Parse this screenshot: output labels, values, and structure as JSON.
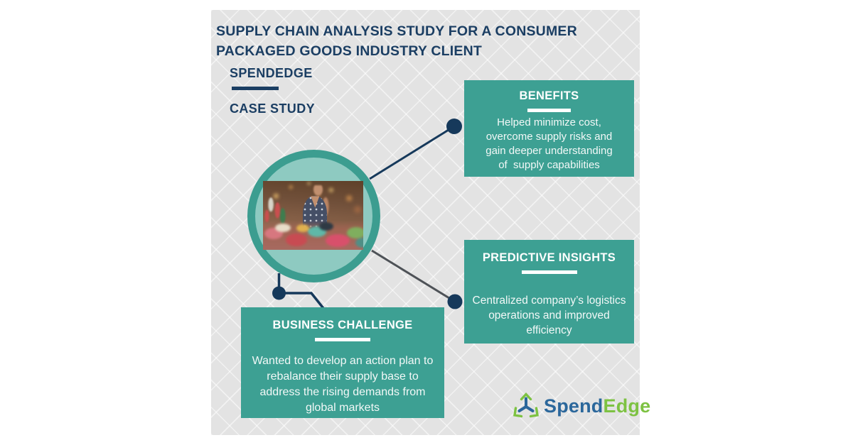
{
  "header": {
    "title": "SUPPLY CHAIN ANALYSIS STUDY FOR A CONSUMER PACKAGED GOODS INDUSTRY CLIENT",
    "brand": "SPENDEDGE",
    "subtitle": "CASE STUDY"
  },
  "boxes": {
    "benefits": {
      "title": "BENEFITS",
      "body": "Helped minimize cost, overcome supply risks and gain deeper understanding of  supply capabilities"
    },
    "predictive": {
      "title": "PREDICTIVE INSIGHTS",
      "body": "Centralized company’s logistics operations and improved efficiency"
    },
    "challenge": {
      "title": "BUSINESS CHALLENGE",
      "body": "Wanted to develop an action plan to rebalance their supply base to address the rising demands from global markets"
    }
  },
  "photo": {
    "description": "woman browsing colorful goods at a market stall"
  },
  "logo": {
    "icon": "spendedge-triad-icon",
    "first": "Spend",
    "second": "Edge"
  },
  "colors": {
    "navy": "#1b3e63",
    "connector_navy": "#16395b",
    "connector_gray": "#4e5257",
    "teal": "#3da093",
    "ring_teal": "#3c9d90",
    "circle_fill": "#8ecac1",
    "panel_bg": "#e3e3e3",
    "box_text": "#f2f8f7",
    "logo_blue": "#2b679b",
    "logo_green": "#7dc242"
  }
}
